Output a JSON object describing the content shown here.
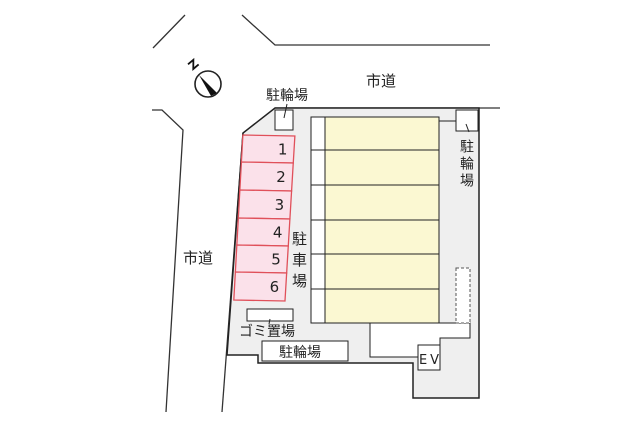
{
  "labels": {
    "city_road_top": "市道",
    "city_road_left": "市道",
    "bicycle_parking_top": "駐輪場",
    "bicycle_parking_right": "駐輪場",
    "bicycle_parking_bottom": "駐輪場",
    "car_parking": "駐車場",
    "garbage_area": "ゴミ置場",
    "elevator": "EV",
    "compass_north": "N"
  },
  "parking_spaces": [
    "1",
    "2",
    "3",
    "4",
    "5",
    "6"
  ],
  "colors": {
    "lot": "#efefef",
    "building": "#fbf8d2",
    "parking_fill": "#fbe1ea",
    "parking_stroke": "#e0505a"
  }
}
